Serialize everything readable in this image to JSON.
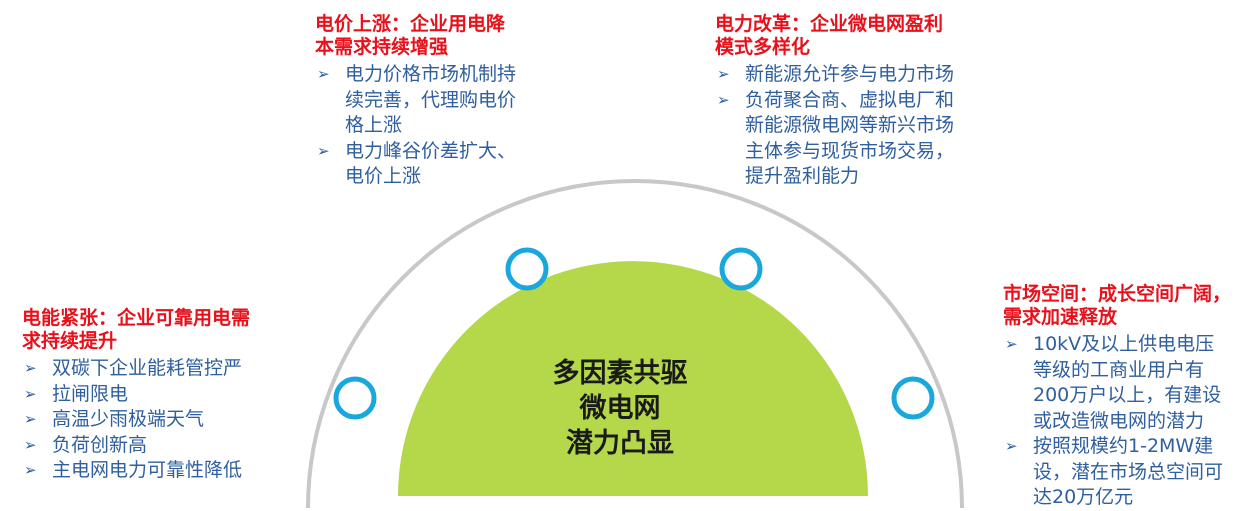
{
  "center": {
    "lines": [
      "多因素共驱",
      "微电网",
      "潜力凸显"
    ],
    "fill_color": "#b5d84a"
  },
  "colors": {
    "title_red": "#e8101b",
    "item_blue": "#2f5f9e",
    "ring_gray": "#c8c8c8",
    "node_ring": "#1aa7dd"
  },
  "bullet_icon": "arrow-right-outline-icon",
  "left": {
    "title_lines": [
      "电能紧张：企业可靠用电需",
      "求持续提升"
    ],
    "items": [
      "双碳下企业能耗管控严",
      "拉闸限电",
      "高温少雨极端天气",
      "负荷创新高",
      "主电网电力可靠性降低"
    ]
  },
  "top_left": {
    "title_lines": [
      "电价上涨：企业用电降",
      "本需求持续增强"
    ],
    "items": [
      [
        "电力价格市场机制持",
        "续完善，代理购电价",
        "格上涨"
      ],
      [
        "电力峰谷价差扩大、",
        "电价上涨"
      ]
    ]
  },
  "top_right": {
    "title_lines": [
      "电力改革：企业微电网盈利",
      "模式多样化"
    ],
    "items": [
      [
        "新能源允许参与电力市场"
      ],
      [
        "负荷聚合商、虚拟电厂和",
        "新能源微电网等新兴市场",
        "主体参与现货市场交易，",
        "提升盈利能力"
      ]
    ]
  },
  "right": {
    "title_lines": [
      "市场空间：成长空间广阔，",
      "需求加速释放"
    ],
    "items": [
      [
        "10kV及以上供电电压",
        "等级的工商业用户有",
        "200万户以上，有建设",
        "或改造微电网的潜力"
      ],
      [
        "按照规模约1-2MW建",
        "设，潜在市场总空间可",
        "达20万亿元"
      ]
    ]
  }
}
